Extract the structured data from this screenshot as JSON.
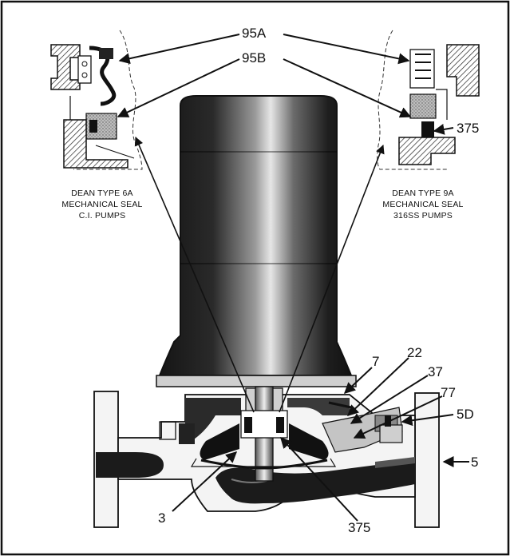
{
  "callouts": {
    "c95a": "95A",
    "c95b": "95B",
    "c375_top": "375",
    "c7": "7",
    "c22": "22",
    "c37": "37",
    "c77": "77",
    "c5d": "5D",
    "c5": "5",
    "c3": "3",
    "c375_bottom": "375"
  },
  "captions": {
    "left": [
      "DEAN TYPE 6A",
      "MECHANICAL SEAL",
      "C.I. PUMPS"
    ],
    "right": [
      "DEAN TYPE 9A",
      "MECHANICAL SEAL",
      "316SS PUMPS"
    ]
  },
  "colors": {
    "ink": "#111111",
    "motor_dark": "#1a1a1a",
    "motor_mid": "#5a5a5a",
    "motor_light": "#d8d8d8",
    "casing_fill": "#f4f4f4"
  }
}
